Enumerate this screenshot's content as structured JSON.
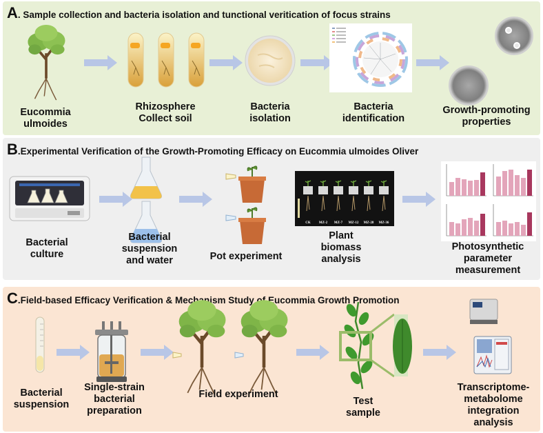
{
  "panels": [
    {
      "letter": "A",
      "title": ". Sample collection and bacteria isolation and tunctional veritication of focus strains",
      "steps": [
        {
          "line1": "Eucommia",
          "line2": "ulmoides",
          "line3": ""
        },
        {
          "line1": "Rhizosphere",
          "line2": "Collect soil",
          "line3": ""
        },
        {
          "line1": "Bacteria",
          "line2": "isolation",
          "line3": ""
        },
        {
          "line1": "Bacteria",
          "line2": "identification",
          "line3": ""
        },
        {
          "line1": "Growth-promoting",
          "line2": "properties",
          "line3": ""
        }
      ]
    },
    {
      "letter": "B",
      "title": ".Experimental Verification of the Growth-Promoting Efficacy on Eucommia ulmoides Oliver",
      "steps": [
        {
          "line1": "Bacterial",
          "line2": "culture",
          "line3": ""
        },
        {
          "line1": "Bacterial",
          "line2": "suspension",
          "line3": "and water"
        },
        {
          "line1": "Pot experiment",
          "line2": "",
          "line3": ""
        },
        {
          "line1": "Plant",
          "line2": "biomass",
          "line3": "analysis"
        },
        {
          "line1": "Photosynthetic",
          "line2": "parameter",
          "line3": "measurement"
        }
      ],
      "pot_labels": [
        "CK",
        "MZ-2",
        "MZ-7",
        "MZ-12",
        "MZ-28",
        "MZ-36"
      ]
    },
    {
      "letter": "C",
      "title": ".Field-based Efficacy Verification & Mechanism Study of Eucommia Growth Promotion",
      "steps": [
        {
          "line1": "Bacterial",
          "line2": "suspension",
          "line3": ""
        },
        {
          "line1": "Single-strain",
          "line2": "bacterial",
          "line3": "preparation"
        },
        {
          "line1": "Field experiment",
          "line2": "",
          "line3": ""
        },
        {
          "line1": "Test",
          "line2": "sample",
          "line3": ""
        },
        {
          "line1": "Transcriptome-",
          "line2": "metabolome",
          "line3": "integration",
          "line4": "analysis"
        }
      ]
    }
  ],
  "colors": {
    "panel_a_bg": "#e8f0d6",
    "panel_b_bg": "#efefef",
    "panel_c_bg": "#fbe5d3",
    "arrow": "#b8c6e6",
    "bar": "#d9a0b4",
    "bar_dark": "#a8385e"
  }
}
